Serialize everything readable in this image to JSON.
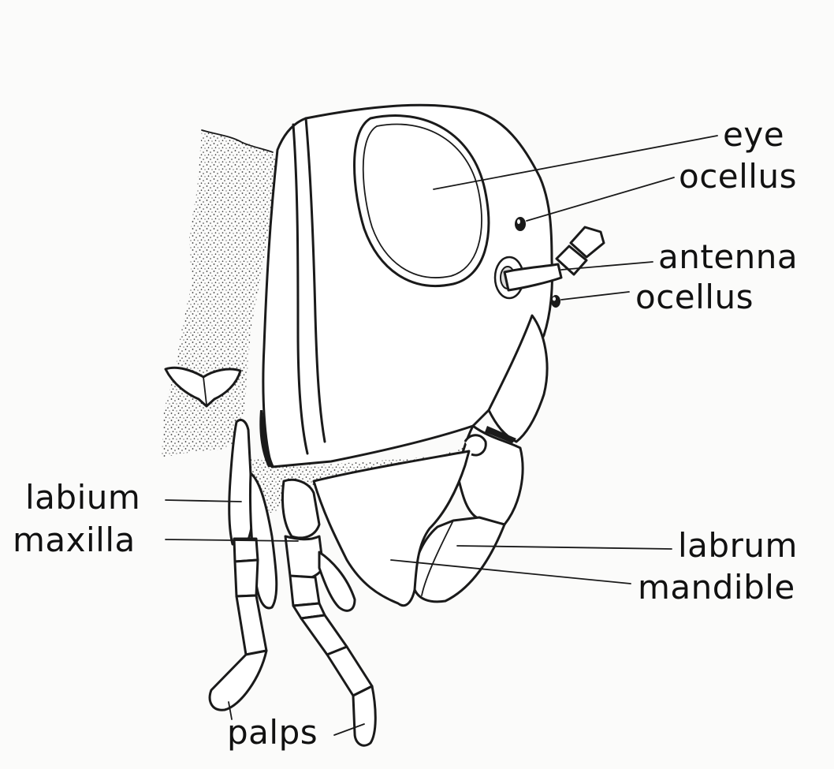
{
  "labels": {
    "eye": "eye",
    "ocellus_top": "ocellus",
    "antenna": "antenna",
    "ocellus_bottom": "ocellus",
    "labium": "labium",
    "maxilla": "maxilla",
    "labrum": "labrum",
    "mandible": "mandible",
    "palps": "palps"
  },
  "colors": {
    "ink": "#1a1a1a",
    "paper": "#fbfbfa"
  }
}
